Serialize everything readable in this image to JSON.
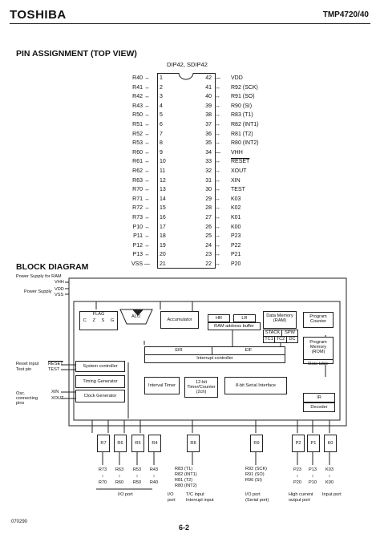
{
  "header": {
    "brand": "TOSHIBA",
    "model": "TMP4720/40"
  },
  "pin_section": {
    "title": "PIN ASSIGNMENT (TOP VIEW)",
    "package": "DIP42, SDIP42",
    "left_pins": [
      {
        "n": "1",
        "name": "R40"
      },
      {
        "n": "2",
        "name": "R41"
      },
      {
        "n": "3",
        "name": "R42"
      },
      {
        "n": "4",
        "name": "R43"
      },
      {
        "n": "5",
        "name": "R50"
      },
      {
        "n": "6",
        "name": "R51"
      },
      {
        "n": "7",
        "name": "R52"
      },
      {
        "n": "8",
        "name": "R53"
      },
      {
        "n": "9",
        "name": "R60"
      },
      {
        "n": "10",
        "name": "R61"
      },
      {
        "n": "11",
        "name": "R62"
      },
      {
        "n": "12",
        "name": "R63"
      },
      {
        "n": "13",
        "name": "R70"
      },
      {
        "n": "14",
        "name": "R71"
      },
      {
        "n": "15",
        "name": "R72"
      },
      {
        "n": "16",
        "name": "R73"
      },
      {
        "n": "17",
        "name": "P10"
      },
      {
        "n": "18",
        "name": "P11"
      },
      {
        "n": "19",
        "name": "P12"
      },
      {
        "n": "20",
        "name": "P13"
      },
      {
        "n": "21",
        "name": "VSS"
      }
    ],
    "right_pins": [
      {
        "n": "42",
        "name": "VDD"
      },
      {
        "n": "41",
        "name": "R92 (SCK)"
      },
      {
        "n": "40",
        "name": "R91 (SO)"
      },
      {
        "n": "39",
        "name": "R90 (SI)"
      },
      {
        "n": "38",
        "name": "R83 (T1)"
      },
      {
        "n": "37",
        "name": "R82 (INT1)"
      },
      {
        "n": "36",
        "name": "R81 (T2)"
      },
      {
        "n": "35",
        "name": "R80 (INT2)"
      },
      {
        "n": "34",
        "name": "VHH"
      },
      {
        "n": "33",
        "name": "RESET"
      },
      {
        "n": "32",
        "name": "XOUT"
      },
      {
        "n": "31",
        "name": "XIN"
      },
      {
        "n": "30",
        "name": "TEST"
      },
      {
        "n": "29",
        "name": "K03"
      },
      {
        "n": "28",
        "name": "K02"
      },
      {
        "n": "27",
        "name": "K01"
      },
      {
        "n": "26",
        "name": "K00"
      },
      {
        "n": "25",
        "name": "P23"
      },
      {
        "n": "24",
        "name": "P22"
      },
      {
        "n": "23",
        "name": "P21"
      },
      {
        "n": "22",
        "name": "P20"
      }
    ]
  },
  "block_section": {
    "title": "BLOCK DIAGRAM",
    "left_labels": {
      "power_ram": "Power Supply for RAM",
      "power": "Power Supply",
      "vhh": "VHH",
      "vdd": "VDD",
      "vss": "VSS",
      "reset_label": "Reset input",
      "reset": "RESET",
      "test_label": "Test pin",
      "test": "TEST",
      "osc_label": "Osc. connecting pins",
      "xin": "XIN",
      "xout": "XOUT"
    },
    "blocks": {
      "flag": "FLAG",
      "flag_c": "C",
      "flag_z": "Z",
      "flag_s": "S",
      "flag_g": "G",
      "alu": "ALU",
      "accumulator": "Accumulator",
      "hr": "HR",
      "lr": "LR",
      "ram_addr": "RAM address buffer",
      "data_memory": "Data Memory (RAM)",
      "stack": "STACK",
      "spw": "SPW",
      "tc1": "TC1",
      "tc2": "TC2",
      "dc": "DC",
      "program_counter": "Program Counter",
      "program_memory": "Program Memory (ROM)",
      "data_table": "Data table",
      "eir": "EIR",
      "eif": "EIF",
      "interrupt_controller": "Interrupt controller",
      "system_controller": "System controller",
      "timing_generator": "Timing Generator",
      "clock_generator": "Clock Generator",
      "interval_timer": "Interval Timer",
      "timer_counter": "12-bit Timer/Counter (2ch)",
      "serial_interface": "8-bit Serial Interface",
      "ir": "IR",
      "decoder": "Decoder"
    },
    "ports": [
      "R7",
      "R6",
      "R5",
      "R4",
      "R8",
      "R9",
      "P2",
      "P1",
      "K0"
    ],
    "bottom_labels": {
      "r7": [
        "R73",
        "↕",
        "R70"
      ],
      "r6": [
        "R63",
        "↕",
        "R60"
      ],
      "r5": [
        "R53",
        "↕",
        "R50"
      ],
      "r4": [
        "R43",
        "↕",
        "R40"
      ],
      "r8": [
        "R83 (T1)",
        "R82 (INT1)",
        "R81 (T2)",
        "R80 (INT2)"
      ],
      "r9": [
        "R92 (SCK)",
        "R91 (SO)",
        "R90 (SI)"
      ],
      "p2": [
        "P23",
        "↕",
        "P20"
      ],
      "p1": [
        "P13",
        "↕",
        "P10"
      ],
      "k0": [
        "K03",
        "↕",
        "K00"
      ],
      "io1": "I/O port",
      "io2": "I/O port",
      "tic": "T/C input Interrupt input",
      "io3": "I/O port (Serial port)",
      "hco": "High current output port",
      "inp": "Input port"
    }
  },
  "footer": {
    "code": "070290",
    "page": "6-2"
  }
}
